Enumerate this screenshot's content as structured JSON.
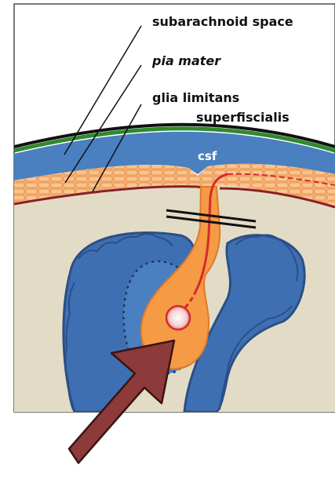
{
  "labels": {
    "subarachnoid_space": "subarachnoid space",
    "pia_mater": "pia mater",
    "glia_limitans_line1": "glia limitans",
    "glia_limitans_line2": "superfiscialis",
    "csf": "csf"
  },
  "colors": {
    "background": "#ffffff",
    "tissue": "#e2dcc6",
    "csf_blue": "#4a7fc0",
    "epithelium_blue": "#3f6fb3",
    "epithelium_edge": "#2b4f86",
    "membrane_green": "#2e8a2e",
    "outer_black": "#111111",
    "pia_orange": "#f4a460",
    "pia_brick": "#d4783a",
    "pia_red_line": "#c0392b",
    "cell_orange": "#f59a45",
    "arrow_fill": "#8c3a3a",
    "arrow_stroke": "#3a1414"
  }
}
